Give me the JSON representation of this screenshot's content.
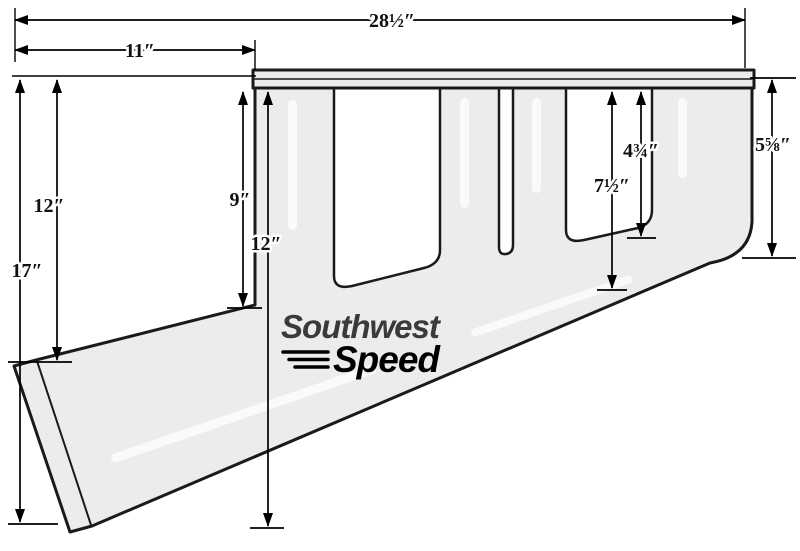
{
  "diagram": {
    "logo": {
      "line1": "Southwest",
      "line2": "Speed"
    },
    "dimensions": {
      "overall_length": "28½″",
      "flange_offset": "11″",
      "left_upper_height": "12″",
      "left_total_height": "17″",
      "front_tube_depth": "9″",
      "center_depth": "12″",
      "port_depth": "4¾″",
      "merge_depth": "7½″",
      "right_end_height": "5⅝″"
    },
    "colors": {
      "background": "#ffffff",
      "body_fill": "#ececec",
      "outline": "#1a1a1a",
      "dimension_lines": "#000000",
      "logo_top": "#3a3a3a",
      "logo_bottom": "#000000"
    }
  }
}
